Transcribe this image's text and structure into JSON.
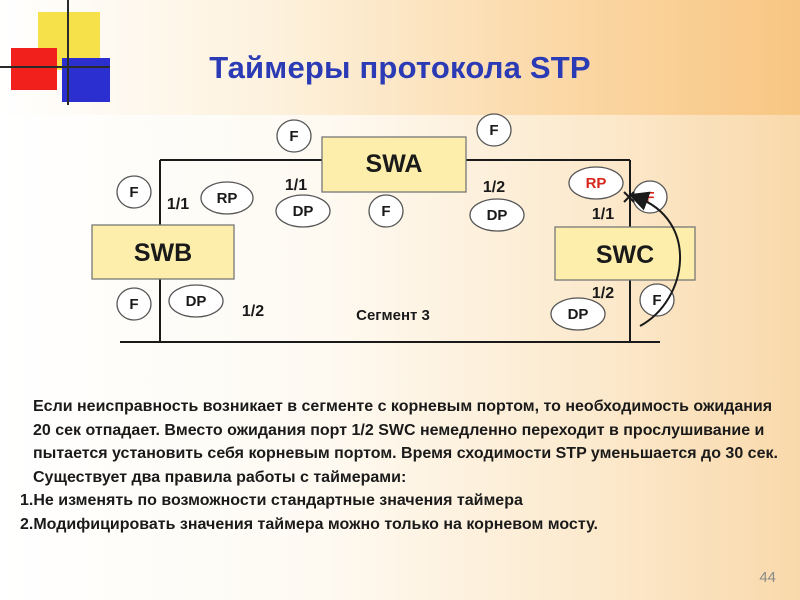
{
  "title": "Таймеры протокола STP",
  "page_number": "44",
  "diagram": {
    "switches": {
      "swa": "SWA",
      "swb": "SWB",
      "swc": "SWC"
    },
    "ports": {
      "swb_1_1": "1/1",
      "swb_1_2": "1/2",
      "swa_1_1": "1/1",
      "swa_1_2": "1/2",
      "swc_1_1": "1/1",
      "swc_1_2": "1/2"
    },
    "roles": {
      "swa_top_left_f": "F",
      "swa_top_right_f": "F",
      "swa_bottom_f": "F",
      "swa_left_dp": "DP",
      "swa_right_dp": "DP",
      "swb_top_f": "F",
      "swb_rp": "RP",
      "swb_bottom_f": "F",
      "swb_dp": "DP",
      "swc_rp": "RP",
      "swc_top_f": "F",
      "swc_bottom_f": "F",
      "swc_dp": "DP"
    },
    "segment_label": "Сегмент 3",
    "highlight_color": "#d9261c"
  },
  "body": {
    "paragraph": "Если неисправность возникает в сегменте с корневым портом, то необходимость ожидания 20 сек отпадает. Вместо ожидания порт 1/2 SWC немедленно переходит в прослушивание  и пытается установить себя корневым портом. Время сходимости STP уменьшается до 30 сек. Существует два правила работы с таймерами:",
    "rules": [
      "1.Не изменять по возможности стандартные значения таймера",
      "2.Модифицировать значения таймера можно только на корневом мосту."
    ]
  }
}
